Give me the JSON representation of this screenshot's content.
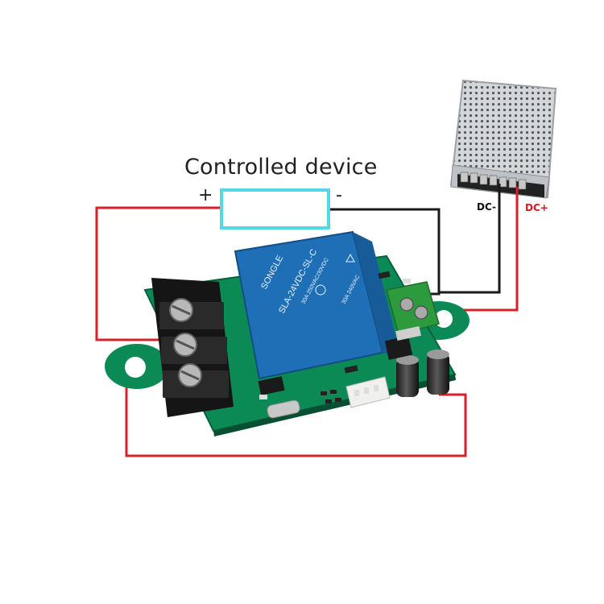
{
  "diagram": {
    "title": "Controlled device",
    "device_plus_label": "+",
    "device_minus_label": "-",
    "psu_negative_label": "DC-",
    "psu_positive_label": "DC+"
  },
  "relay": {
    "brand": "SONGLE",
    "model": "SLA-24VDC-SL-C",
    "rating_1": "30A 250VAC/30VDC",
    "rating_2": "30A 240VAC"
  },
  "colors": {
    "board": "#0b8a55",
    "relay": "#1f6fb6",
    "wire_positive": "#d8202a",
    "wire_negative": "#1a1a1a",
    "device_box": "#55d8e6"
  }
}
